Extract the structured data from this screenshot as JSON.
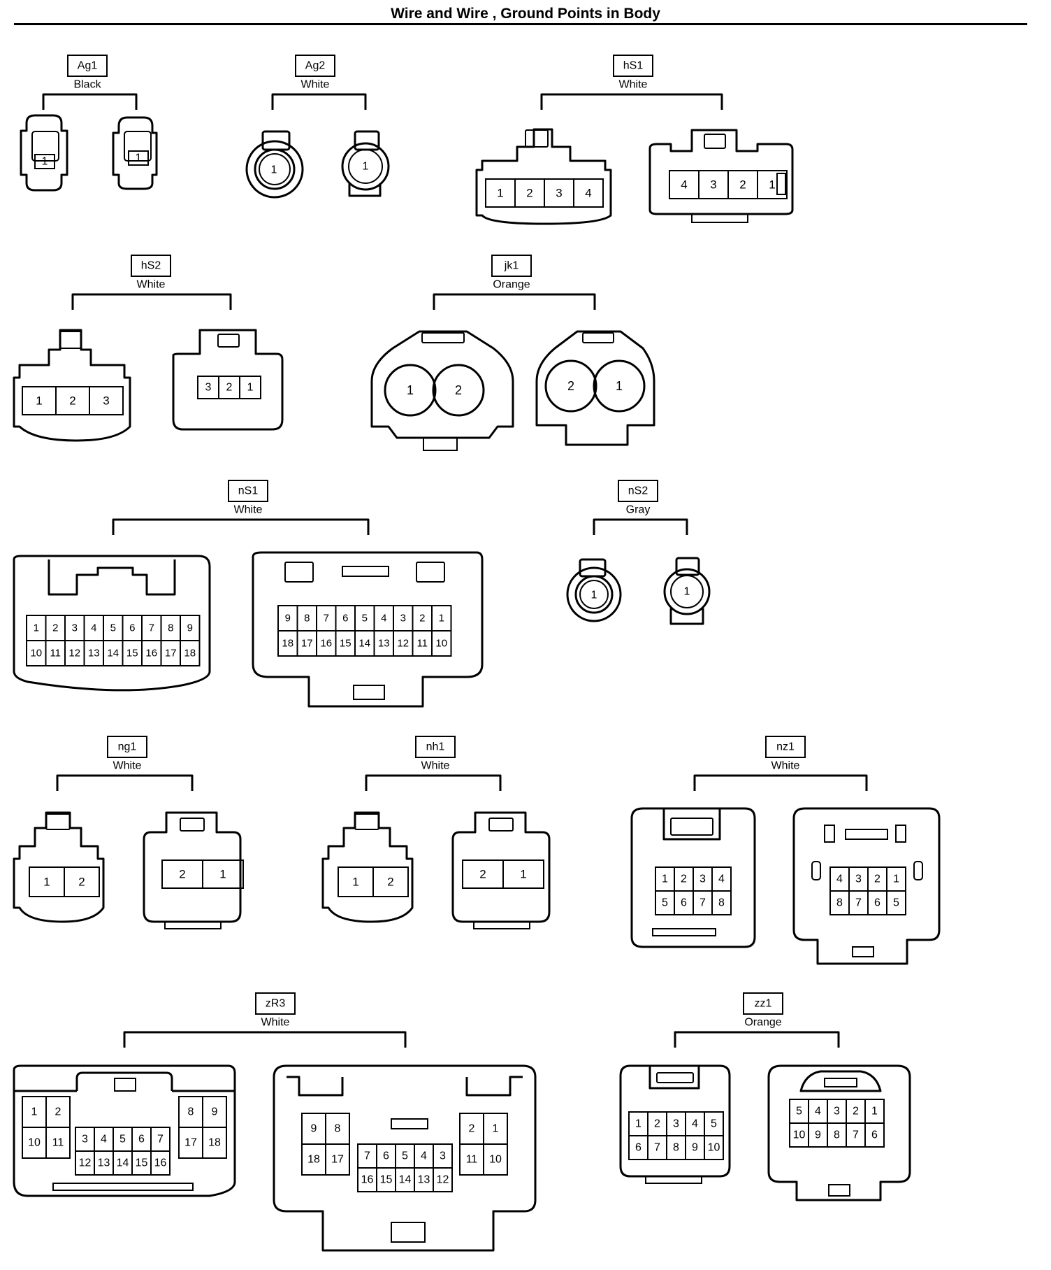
{
  "page_title": "Wire and Wire , Ground Points in Body",
  "connectors": [
    {
      "id": "Ag1",
      "color": "Black",
      "left_pins": [
        "1"
      ],
      "right_pins": [
        "1"
      ]
    },
    {
      "id": "Ag2",
      "color": "White",
      "left_pins": [
        "1"
      ],
      "right_pins": [
        "1"
      ]
    },
    {
      "id": "hS1",
      "color": "White",
      "left_pins": [
        "1",
        "2",
        "3",
        "4"
      ],
      "right_pins": [
        "4",
        "3",
        "2",
        "1"
      ]
    },
    {
      "id": "hS2",
      "color": "White",
      "left_pins": [
        "1",
        "2",
        "3"
      ],
      "right_pins": [
        "3",
        "2",
        "1"
      ]
    },
    {
      "id": "jk1",
      "color": "Orange",
      "left_pins": [
        "1",
        "2"
      ],
      "right_pins": [
        "2",
        "1"
      ]
    },
    {
      "id": "nS1",
      "color": "White",
      "left_pins": [
        [
          "1",
          "2",
          "3",
          "4",
          "5",
          "6",
          "7",
          "8",
          "9"
        ],
        [
          "10",
          "11",
          "12",
          "13",
          "14",
          "15",
          "16",
          "17",
          "18"
        ]
      ],
      "right_pins": [
        [
          "9",
          "8",
          "7",
          "6",
          "5",
          "4",
          "3",
          "2",
          "1"
        ],
        [
          "18",
          "17",
          "16",
          "15",
          "14",
          "13",
          "12",
          "11",
          "10"
        ]
      ]
    },
    {
      "id": "nS2",
      "color": "Gray",
      "left_pins": [
        "1"
      ],
      "right_pins": [
        "1"
      ]
    },
    {
      "id": "ng1",
      "color": "White",
      "left_pins": [
        "1",
        "2"
      ],
      "right_pins": [
        "2",
        "1"
      ]
    },
    {
      "id": "nh1",
      "color": "White",
      "left_pins": [
        "1",
        "2"
      ],
      "right_pins": [
        "2",
        "1"
      ]
    },
    {
      "id": "nz1",
      "color": "White",
      "left_pins": [
        [
          "1",
          "2",
          "3",
          "4"
        ],
        [
          "5",
          "6",
          "7",
          "8"
        ]
      ],
      "right_pins": [
        [
          "4",
          "3",
          "2",
          "1"
        ],
        [
          "8",
          "7",
          "6",
          "5"
        ]
      ]
    },
    {
      "id": "zR3",
      "color": "White",
      "left_pins": {
        "left_block": [
          [
            "1",
            "2"
          ],
          [
            "10",
            "11"
          ]
        ],
        "center_block": [
          [
            "3",
            "4",
            "5",
            "6",
            "7"
          ],
          [
            "12",
            "13",
            "14",
            "15",
            "16"
          ]
        ],
        "right_block": [
          [
            "8",
            "9"
          ],
          [
            "17",
            "18"
          ]
        ]
      },
      "right_pins": {
        "left_block": [
          [
            "9",
            "8"
          ],
          [
            "18",
            "17"
          ]
        ],
        "center_block": [
          [
            "7",
            "6",
            "5",
            "4",
            "3"
          ],
          [
            "16",
            "15",
            "14",
            "13",
            "12"
          ]
        ],
        "right_block": [
          [
            "2",
            "1"
          ],
          [
            "11",
            "10"
          ]
        ]
      }
    },
    {
      "id": "zz1",
      "color": "Orange",
      "left_pins": [
        [
          "1",
          "2",
          "3",
          "4",
          "5"
        ],
        [
          "6",
          "7",
          "8",
          "9",
          "10"
        ]
      ],
      "right_pins": [
        [
          "5",
          "4",
          "3",
          "2",
          "1"
        ],
        [
          "10",
          "9",
          "8",
          "7",
          "6"
        ]
      ]
    }
  ]
}
